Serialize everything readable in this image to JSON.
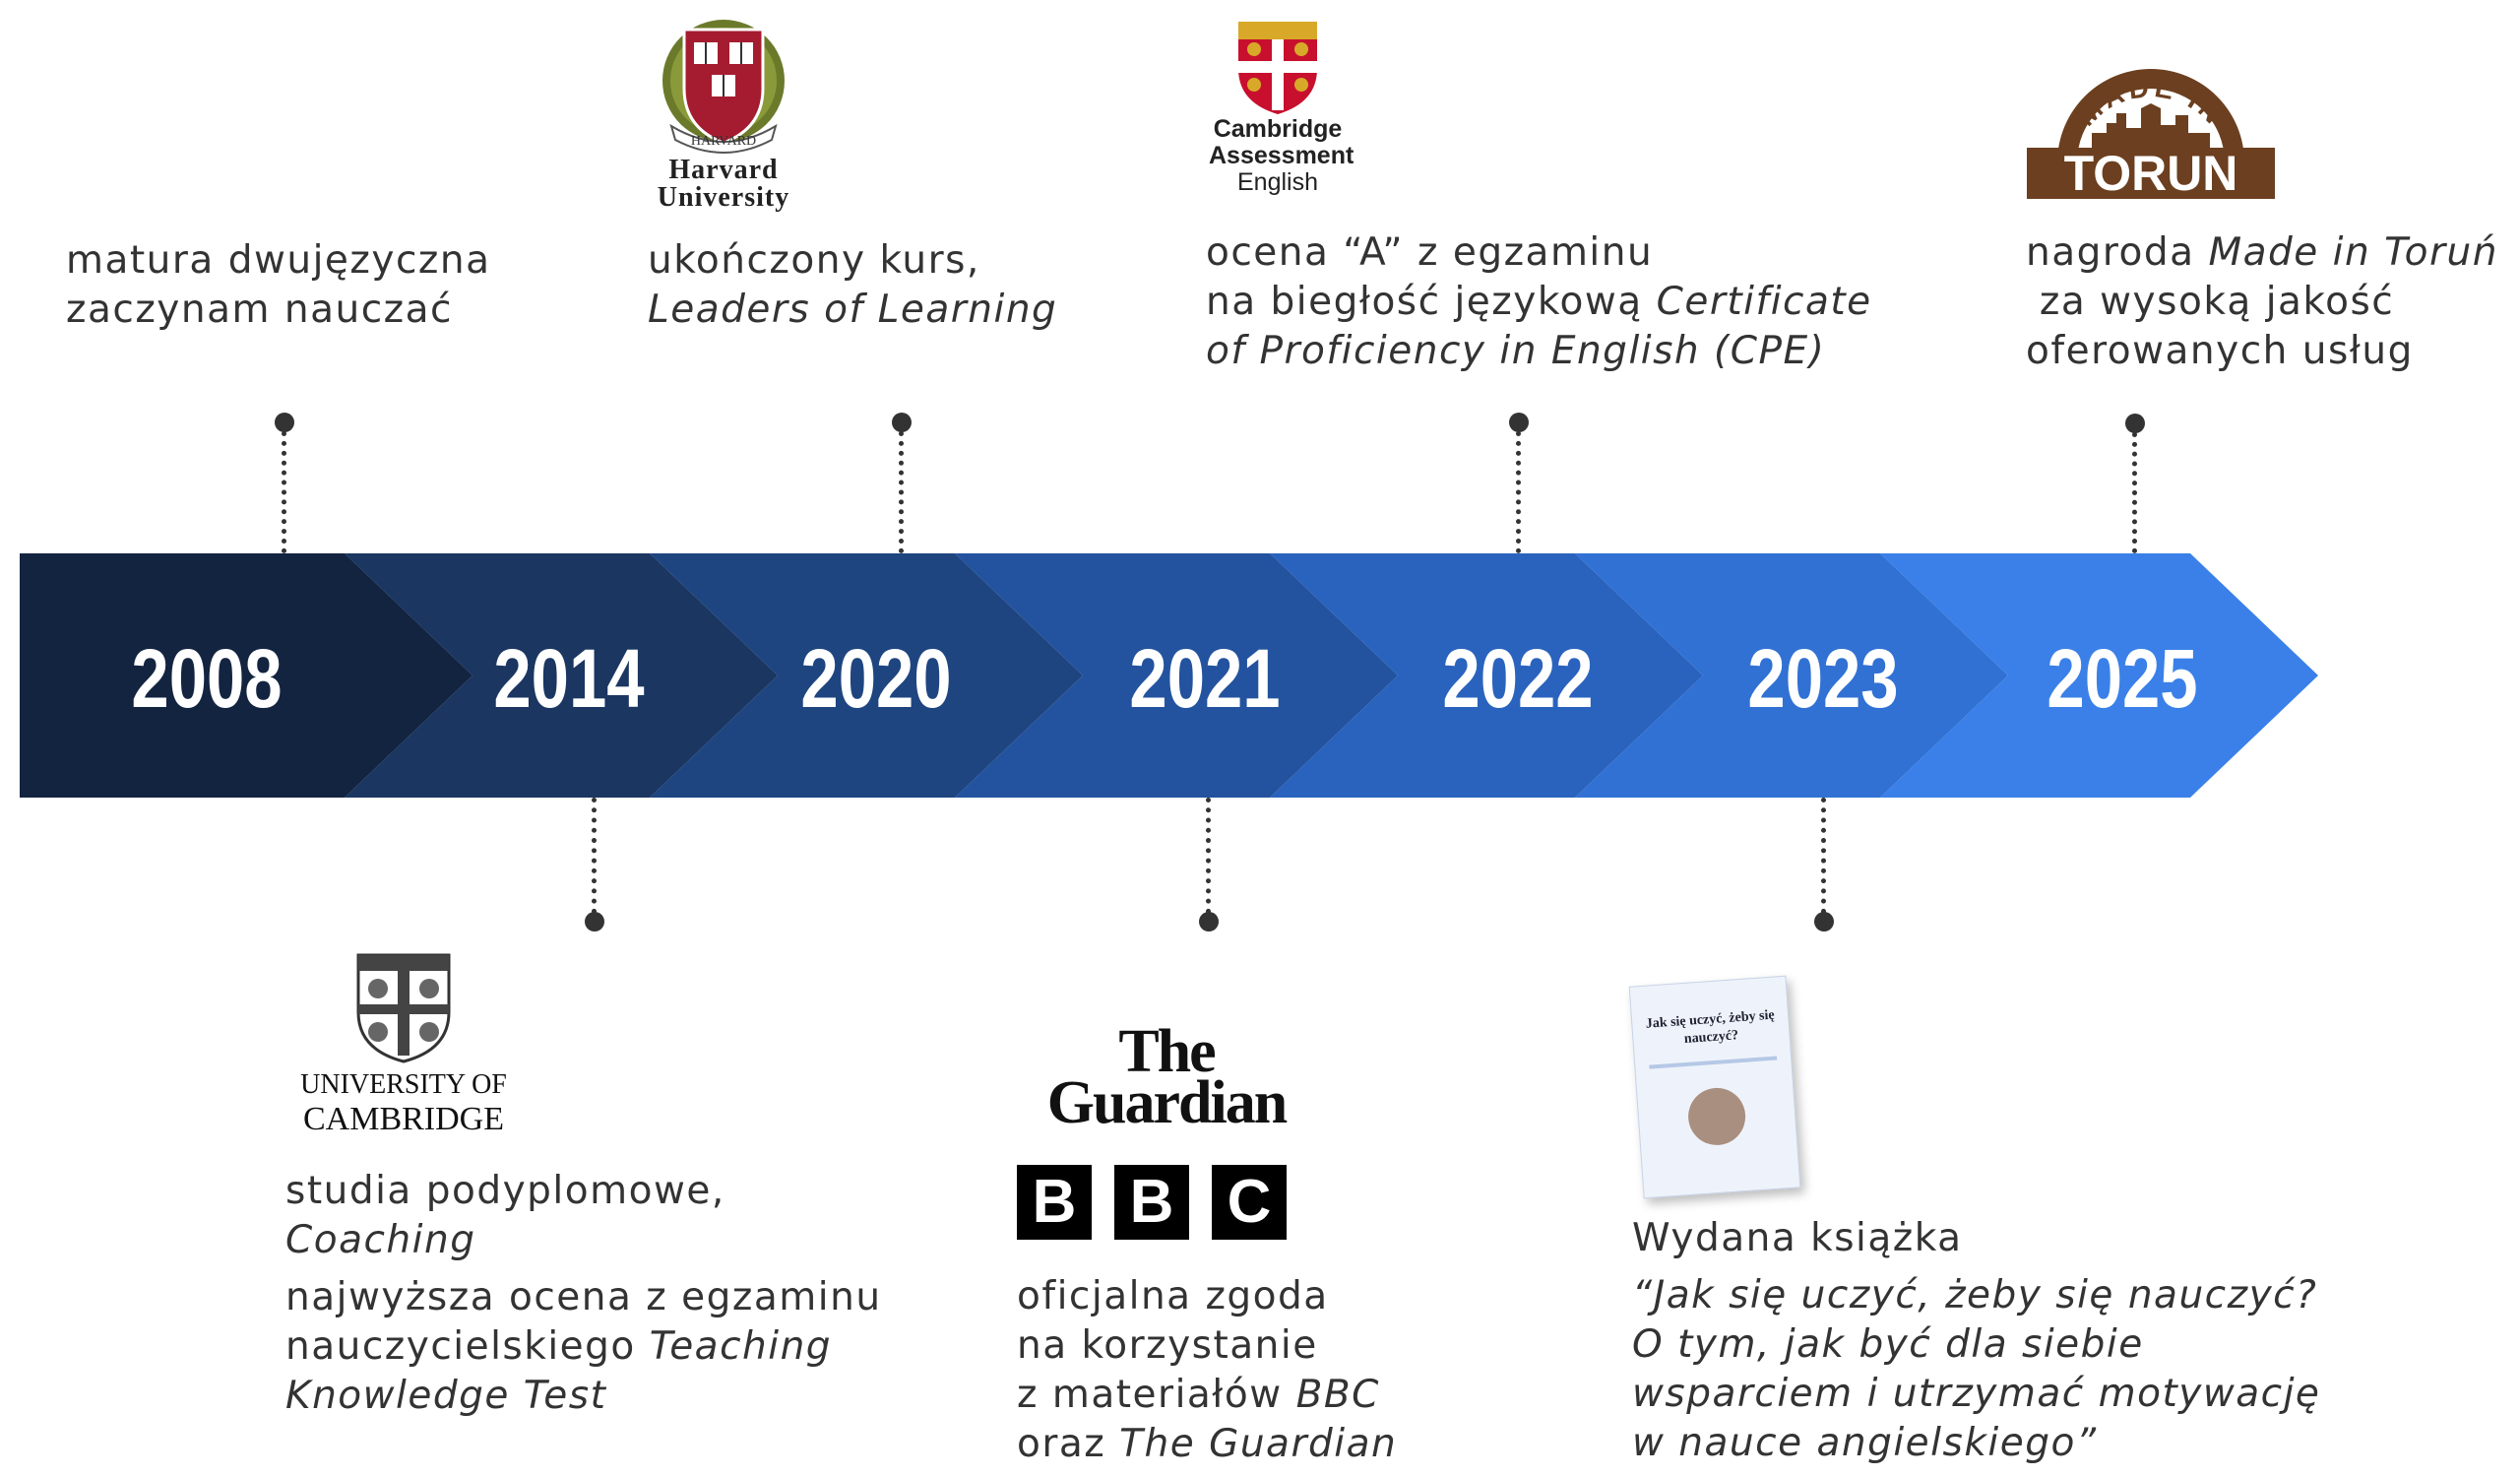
{
  "timeline": {
    "colors": [
      "#132440",
      "#1a3661",
      "#1e4580",
      "#23539e",
      "#2a63bd",
      "#3171d4",
      "#3a80e8"
    ],
    "years": [
      "2008",
      "2014",
      "2020",
      "2021",
      "2022",
      "2023",
      "2025"
    ]
  },
  "events": {
    "e2008": {
      "line1": "matura dwujęzyczna",
      "line2": "zaczynam nauczać"
    },
    "e2014": {
      "logo_line1": "UNIVERSITY OF",
      "logo_line2": "CAMBRIDGE",
      "line1": "studia podyplomowe,",
      "line2_italic": "Coaching",
      "line3": "najwyższa ocena z egzaminu",
      "line4_pre": "nauczycielskiego ",
      "line4_italic": "Teaching",
      "line5_italic": "Knowledge Test"
    },
    "e2020": {
      "logo_line1": "Harvard",
      "logo_line2": "University",
      "crest_text": "HARVARD",
      "line1": "ukończony kurs,",
      "line2_italic": "Leaders of Learning"
    },
    "e2021": {
      "logo_guardian_1": "The",
      "logo_guardian_2": "Guardian",
      "bbc": [
        "B",
        "B",
        "C"
      ],
      "line1": "oficjalna zgoda",
      "line2": "na korzystanie",
      "line3_pre": "z materiałów ",
      "line3_italic": "BBC",
      "line4_pre": "oraz ",
      "line4_italic": "The Guardian"
    },
    "e2022": {
      "logo_line1": "Cambridge",
      "logo_line2": "Assessment",
      "logo_line3": "English",
      "line1": "ocena “A” z egzaminu",
      "line2_pre": "na biegłość językową ",
      "line2_italic": "Certificate",
      "line3_italic": "of Proficiency in English (CPE)"
    },
    "e2023": {
      "book_title": "Jak się uczyć, żeby się nauczyć?",
      "line1": "Wydana książka",
      "line2_italic": "“Jak się uczyć, żeby się nauczyć?",
      "line3_italic": "O tym, jak być dla siebie",
      "line4_italic": "wsparciem i utrzymać motywację",
      "line5_italic": "w nauce angielskiego”"
    },
    "e2025": {
      "logo_top": "MADE IN",
      "logo_main": "TORUN",
      "line1_pre": "nagroda ",
      "line1_italic": "Made in Toruń",
      "line2": " za wysoką jakość",
      "line3": "oferowanych usług"
    }
  }
}
